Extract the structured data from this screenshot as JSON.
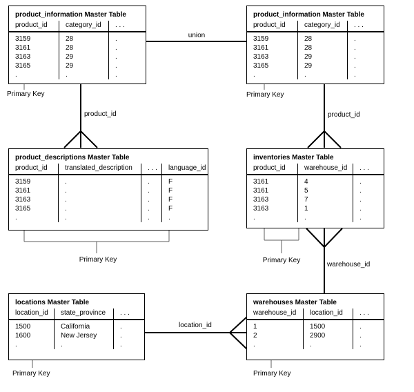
{
  "diagram": {
    "tables": [
      {
        "title": "product_information Master Table",
        "columns": [
          {
            "header": "product_id",
            "values": [
              "3159",
              "3161",
              "3163",
              "3165",
              "."
            ]
          },
          {
            "header": "category_id",
            "values": [
              "28",
              "28",
              "29",
              "29",
              "."
            ]
          },
          {
            "header": ". . .",
            "values": [
              ".",
              ".",
              ".",
              ".",
              "."
            ]
          }
        ]
      },
      {
        "title": "product_information Master Table",
        "columns": [
          {
            "header": "product_id",
            "values": [
              "3159",
              "3161",
              "3163",
              "3165",
              "."
            ]
          },
          {
            "header": "category_id",
            "values": [
              "28",
              "28",
              "29",
              "29",
              "."
            ]
          },
          {
            "header": ". . .",
            "values": [
              ".",
              ".",
              ".",
              ".",
              "."
            ]
          }
        ]
      },
      {
        "title": "product_descriptions Master Table",
        "columns": [
          {
            "header": "product_id",
            "values": [
              "3159",
              "3161",
              "3163",
              "3165",
              "."
            ]
          },
          {
            "header": "translated_description",
            "values": [
              ".",
              ".",
              ".",
              ".",
              "."
            ]
          },
          {
            "header": ". . .",
            "values": [
              ".",
              ".",
              ".",
              ".",
              "."
            ]
          },
          {
            "header": "language_id",
            "values": [
              "F",
              "F",
              "F",
              "F",
              "."
            ]
          }
        ]
      },
      {
        "title": "inventories Master Table",
        "columns": [
          {
            "header": "product_id",
            "values": [
              "3161",
              "3161",
              "3163",
              "3163",
              "."
            ]
          },
          {
            "header": "warehouse_id",
            "values": [
              "4",
              "5",
              "7",
              "1",
              "."
            ]
          },
          {
            "header": ". . .",
            "values": [
              ".",
              ".",
              ".",
              ".",
              "."
            ]
          }
        ]
      },
      {
        "title": "locations Master Table",
        "columns": [
          {
            "header": "location_id",
            "values": [
              "1500",
              "1600",
              "."
            ]
          },
          {
            "header": "state_province",
            "values": [
              "California",
              "New Jersey",
              "."
            ]
          },
          {
            "header": ". . .",
            "values": [
              ".",
              ".",
              "."
            ]
          }
        ]
      },
      {
        "title": "warehouses Master Table",
        "columns": [
          {
            "header": "warehouse_id",
            "values": [
              "1",
              "2",
              "."
            ]
          },
          {
            "header": "location_id",
            "values": [
              "1500",
              "2900",
              "."
            ]
          },
          {
            "header": ". . .",
            "values": [
              ".",
              ".",
              "."
            ]
          }
        ]
      }
    ],
    "connector_labels": {
      "union": "union",
      "product_id_left": "product_id",
      "product_id_right": "product_id",
      "warehouse_id": "warehouse_id",
      "location_id": "location_id"
    },
    "primary_key_label": "Primary Key",
    "line_color": "#000000",
    "primary_key_line_color": "#5f5f5f"
  }
}
